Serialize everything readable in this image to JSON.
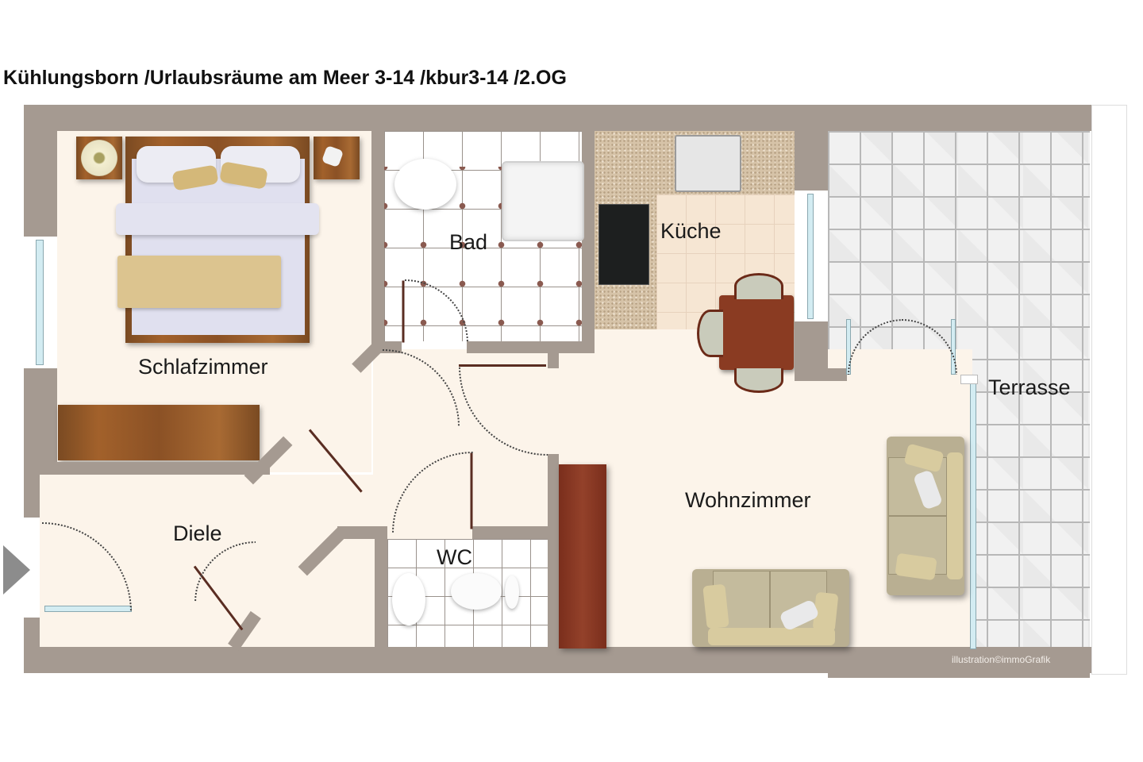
{
  "title": "Kühlungsborn /Urlaubsräume am Meer 3-14 /kbur3-14 /2.OG",
  "rooms": {
    "schlafzimmer": "Schlafzimmer",
    "bad": "Bad",
    "kueche": "Küche",
    "terrasse": "Terrasse",
    "wohnzimmer": "Wohnzimmer",
    "diele": "Diele",
    "wc": "WC"
  },
  "credit": "illustration©immoGrafik",
  "colors": {
    "wall": "#a59a91",
    "floor": "#fcf4ea",
    "entry_arrow": "#8c8c8c"
  },
  "icons": {
    "entry": "triangle-right-arrow"
  }
}
